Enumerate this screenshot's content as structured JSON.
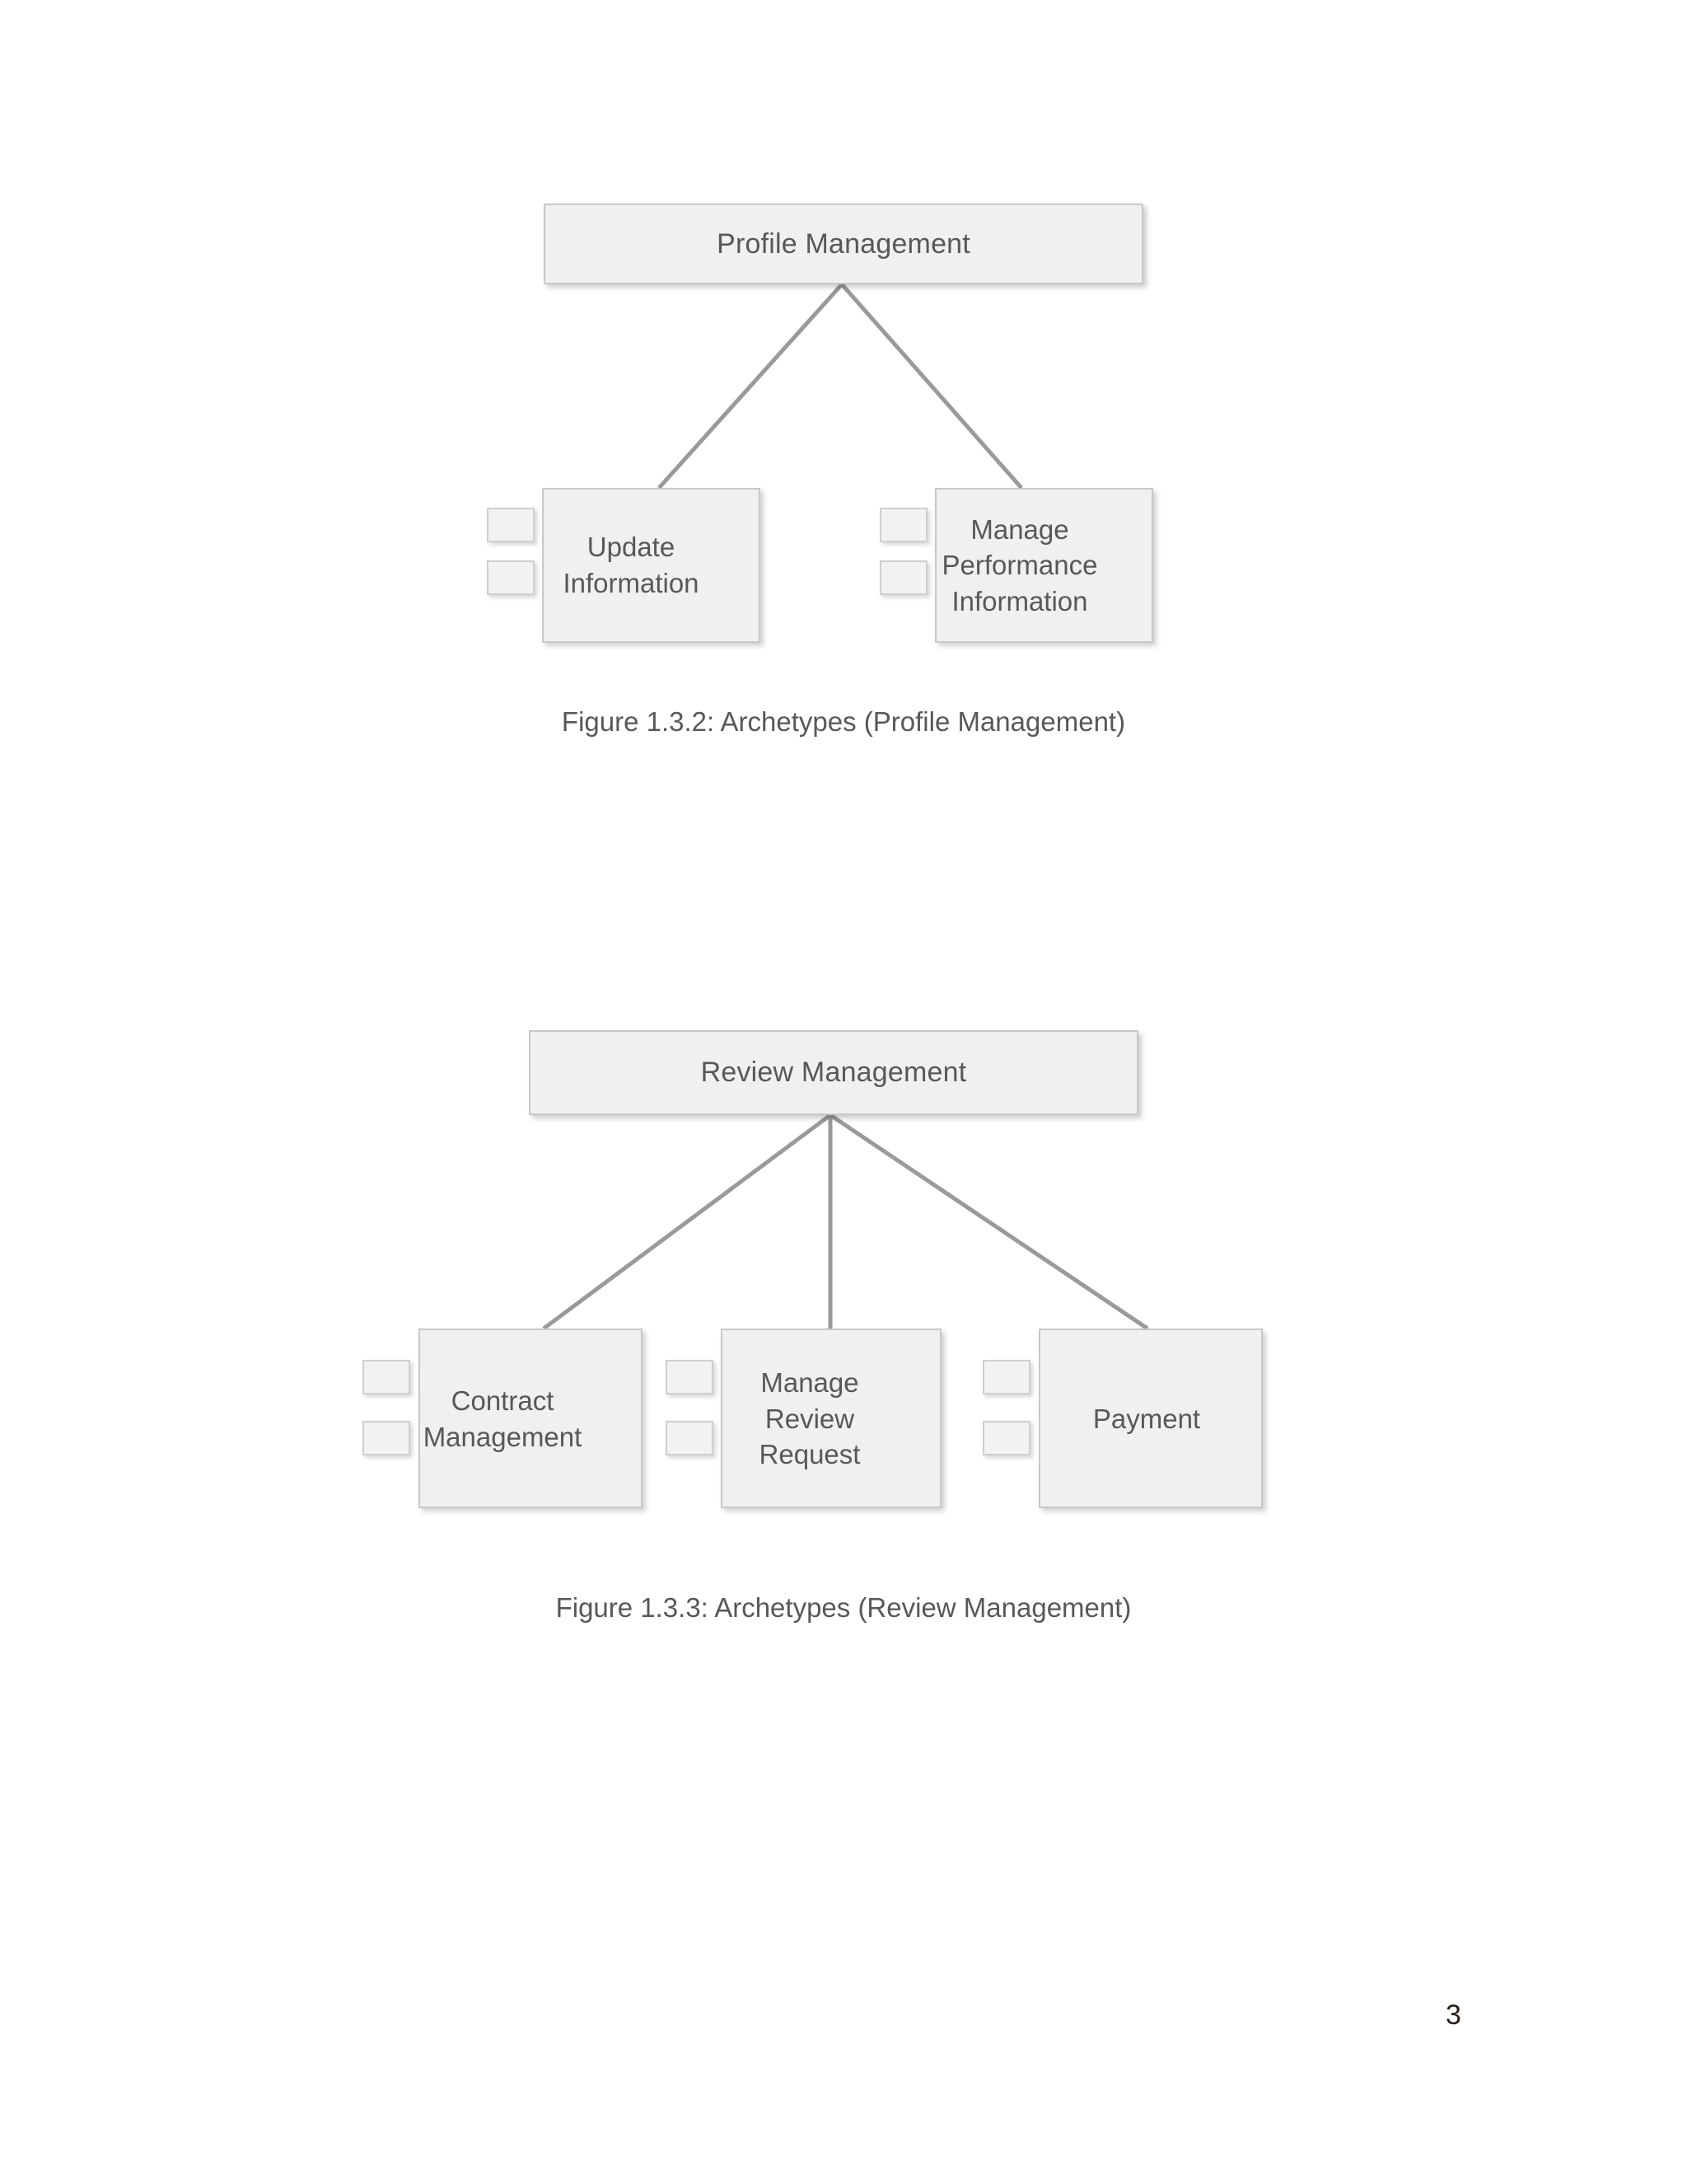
{
  "page": {
    "number": "3",
    "background_color": "#ffffff",
    "box_fill_color": "#f0f0f0",
    "box_border_color": "#c8c8c8",
    "connector_color": "#9a9a9a",
    "text_color": "#585858"
  },
  "figures": [
    {
      "id": "figure-1-3-2",
      "root": {
        "label": "Profile Management"
      },
      "children": [
        {
          "label": "Update\nInformation",
          "ports": 2
        },
        {
          "label": "Manage\nPerformance\nInformation",
          "ports": 2
        }
      ],
      "caption": "Figure 1.3.2: Archetypes (Profile Management)"
    },
    {
      "id": "figure-1-3-3",
      "root": {
        "label": "Review Management"
      },
      "children": [
        {
          "label": "Contract\nManagement",
          "ports": 2
        },
        {
          "label": "Manage\nReview\nRequest",
          "ports": 2
        },
        {
          "label": "Payment",
          "ports": 2
        }
      ],
      "caption": "Figure 1.3.3: Archetypes (Review Management)"
    }
  ]
}
